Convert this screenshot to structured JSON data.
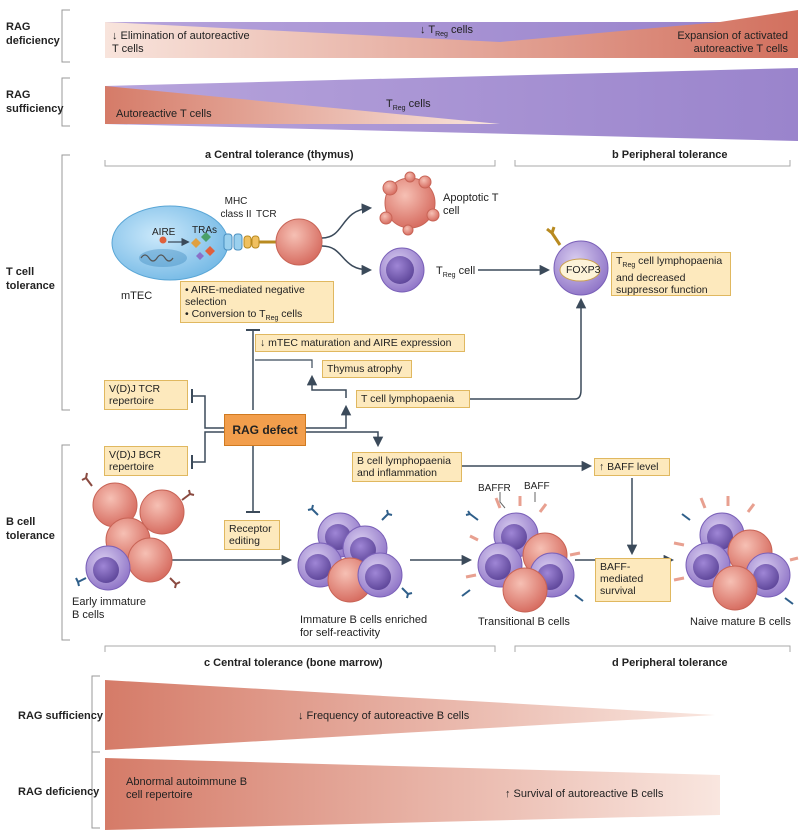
{
  "colors": {
    "purple": "#a48ed0",
    "salmon": "#d98a78",
    "pale": "#f7ddd4",
    "box_fill": "#fde9bd",
    "box_border": "#e0b860",
    "rag_defect": "#f0a050",
    "arrow": "#3b4a5a",
    "red_cell": "#e07a6e",
    "purple_cell": "#8a70c8",
    "mtec": "#7cc0e8"
  },
  "top": {
    "rag_deficiency": "RAG deficiency",
    "elim": "↓ Elimination of autoreactive T cells",
    "treg_down": "↓ T",
    "treg_sub": "Reg",
    "treg_cells": " cells",
    "expansion": "Expansion of activated autoreactive T cells",
    "rag_sufficiency": "RAG sufficiency",
    "autoreactive": "Autoreactive T cells",
    "treg2": "T",
    "treg2_sub": "Reg",
    "treg2_cells": " cells"
  },
  "tcell": {
    "side": "T cell tolerance",
    "hdr_a": "a  Central tolerance (thymus)",
    "hdr_b": "b  Peripheral tolerance",
    "aire": "AIRE",
    "tras": "TRAs",
    "mhc": "MHC class II",
    "tcr": "TCR",
    "mtec": "mTEC",
    "apoptotic": "Apoptotic T cell",
    "treg_cell": "T",
    "treg_cell_sub": "Reg",
    "treg_cell_suffix": " cell",
    "foxp3": "FOXP3",
    "box_aire_1": "• AIRE-mediated negative selection",
    "box_aire_2": "• Conversion to T",
    "box_aire_2_sub": "Reg",
    "box_aire_2_tail": " cells",
    "box_treg_lymph": "T",
    "box_treg_lymph_sub": "Reg",
    "box_treg_lymph_tail": " cell lymphopaenia and decreased suppressor function",
    "box_mtec": "↓ mTEC maturation and AIRE expression",
    "box_thymus": "Thymus atrophy",
    "box_tlymph": "T cell lymphopaenia",
    "box_vdj_tcr": "V(D)J TCR repertoire",
    "rag_defect": "RAG defect"
  },
  "bcell": {
    "side": "B cell tolerance",
    "box_vdj_bcr": "V(D)J BCR repertoire",
    "box_blymph": "B cell lymphopaenia and inflammation",
    "box_baff": "↑ BAFF level",
    "box_receptor": "Receptor editing",
    "box_baff_surv": "BAFF-mediated survival",
    "baffr": "BAFFR",
    "baff": "BAFF",
    "early": "Early immature B cells",
    "immature": "Immature B cells enriched for self-reactivity",
    "transitional": "Transitional B cells",
    "naive": "Naive mature B cells",
    "hdr_c": "c  Central tolerance (bone marrow)",
    "hdr_d": "d  Peripheral tolerance"
  },
  "bottom": {
    "rag_sufficiency": "RAG sufficiency",
    "freq": "↓ Frequency of autoreactive B cells",
    "rag_deficiency": "RAG deficiency",
    "abnormal": "Abnormal autoimmune B cell repertoire",
    "survival": "↑ Survival of autoreactive B cells"
  }
}
